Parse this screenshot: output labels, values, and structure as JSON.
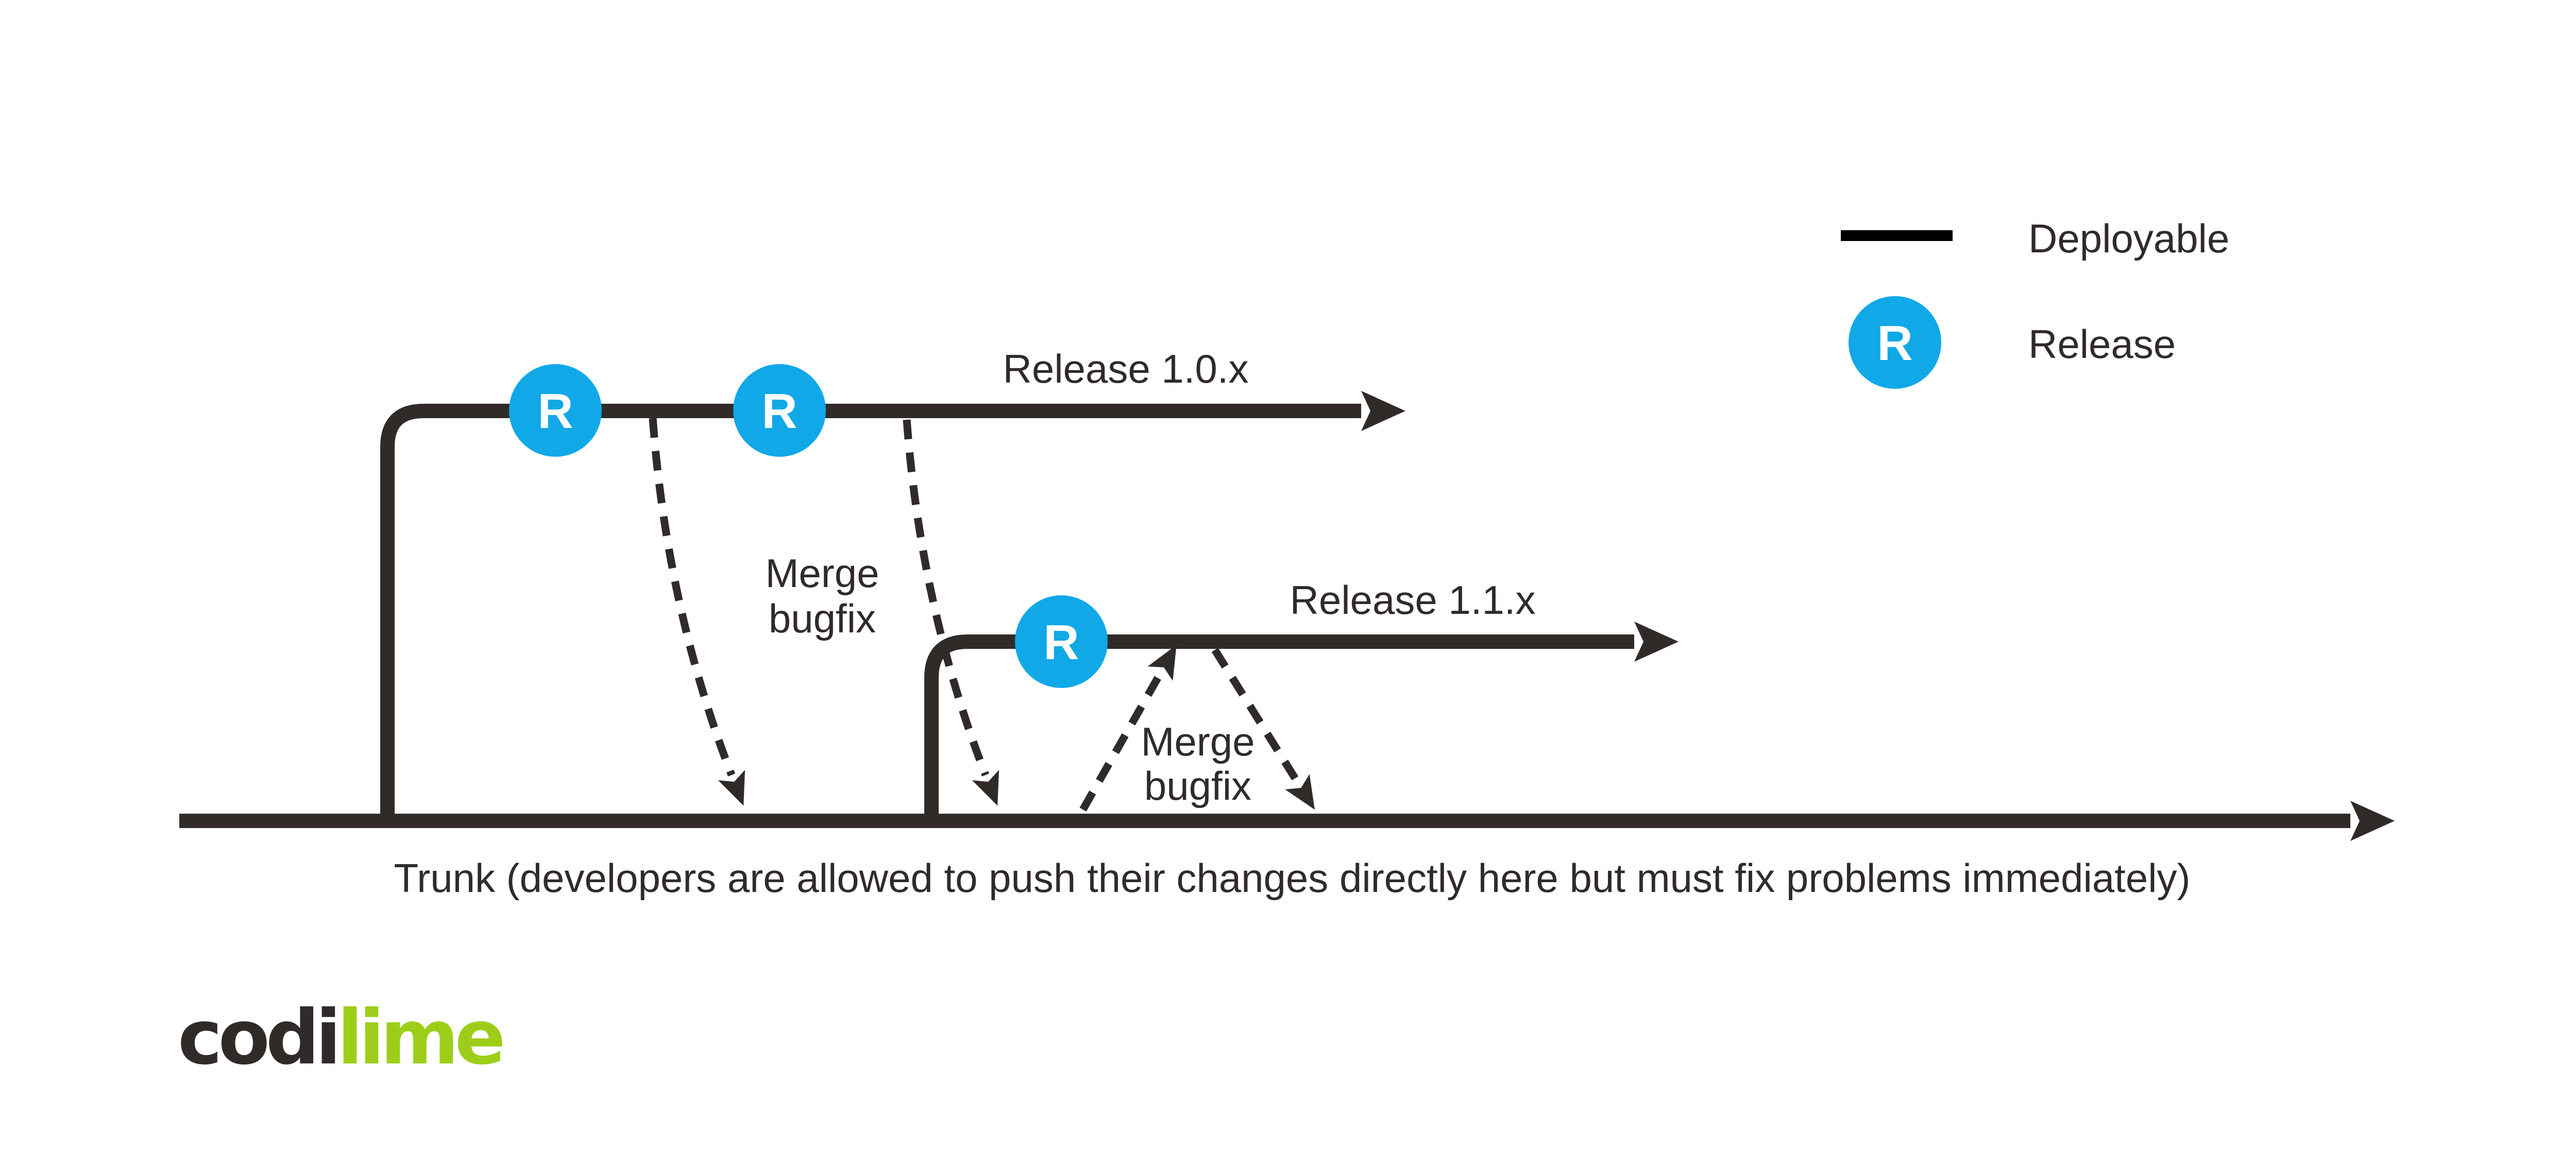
{
  "colors": {
    "line_dark": "#302b29",
    "release_blue": "#11a8e8",
    "logo_lime": "#9cce19",
    "legend_swatch_black": "#000000",
    "background": "#ffffff"
  },
  "legend": {
    "deployable_label": "Deployable",
    "release_label": "Release",
    "badge_letter": "R"
  },
  "branches": {
    "release_10": {
      "label": "Release 1.0.x",
      "badge1": "R",
      "badge2": "R"
    },
    "release_11": {
      "label": "Release 1.1.x",
      "badge": "R"
    },
    "trunk": {
      "label": "Trunk (developers are allowed to push their changes directly here but must fix problems immediately)"
    }
  },
  "annotations": {
    "merge_bugfix_1": {
      "line1": "Merge",
      "line2": "bugfix"
    },
    "merge_bugfix_2": {
      "line1": "Merge",
      "line2": "bugfix"
    }
  },
  "logo": {
    "codi": "codi",
    "lime": "lime"
  }
}
